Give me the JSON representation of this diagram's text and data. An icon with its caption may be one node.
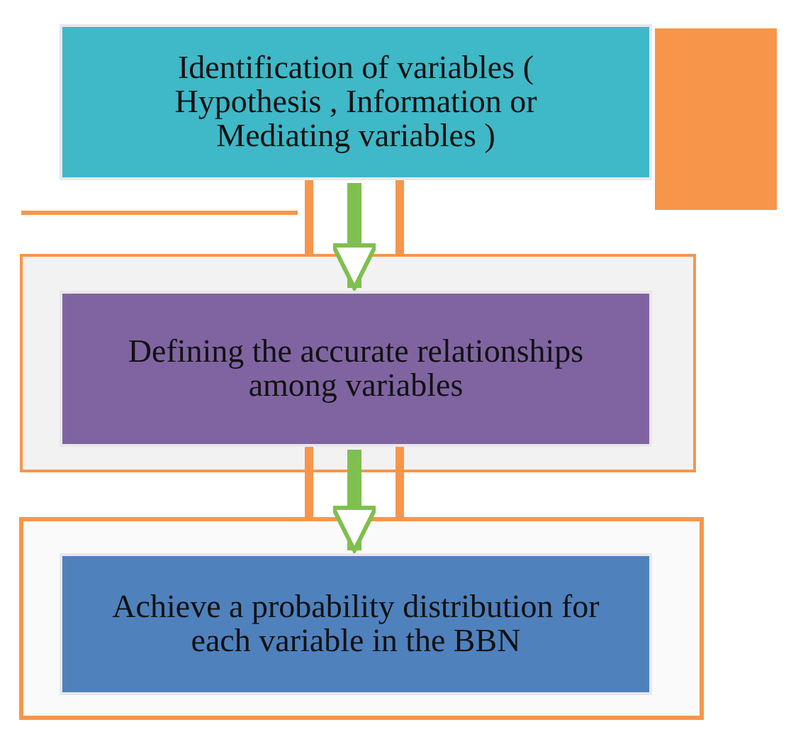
{
  "diagram": {
    "nodes": [
      {
        "text": [
          "Identification of variables ( Hypothesis , Information or  Mediating variables )"
        ]
      },
      {
        "text": [
          "Defining the accurate relationships among variables"
        ]
      },
      {
        "text": [
          "Achieve a probability distribution for each variable in the BBN"
        ]
      },
      {
        "text": [],
        "shape": "box"
      }
    ],
    "edges": [
      {
        "from": 0,
        "to": 1,
        "arrow": "to"
      },
      {
        "from": 1,
        "to": 2,
        "arrow": "to"
      }
    ]
  }
}
